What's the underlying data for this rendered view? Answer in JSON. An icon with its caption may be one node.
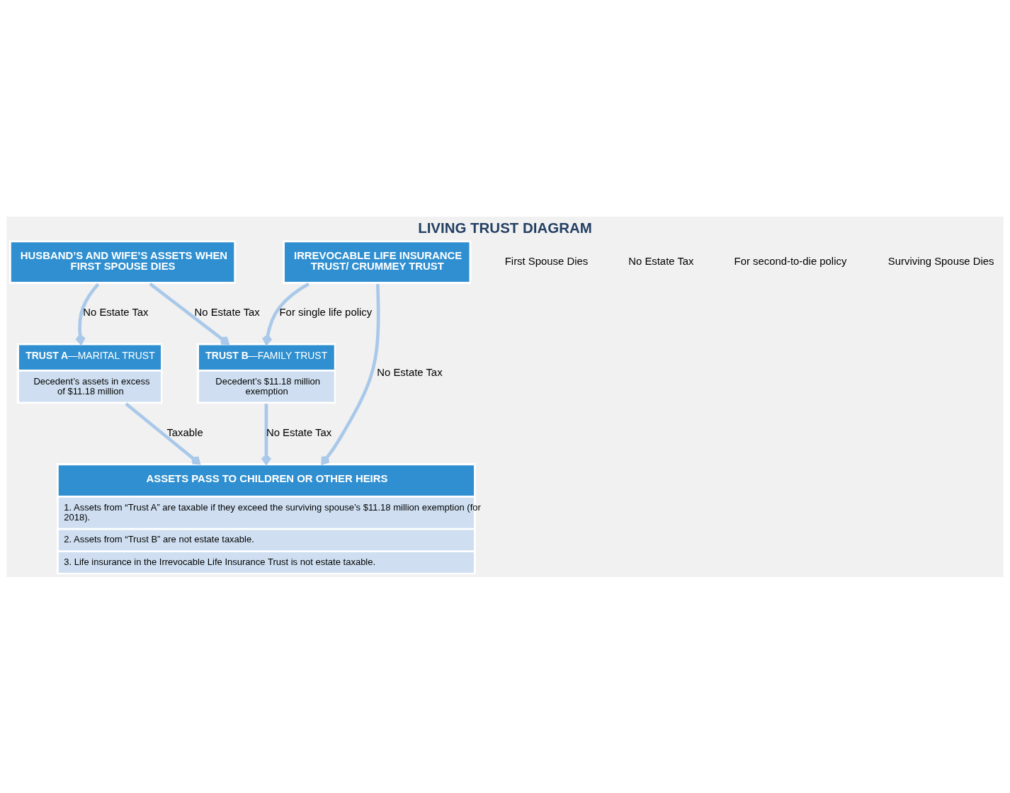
{
  "diagram": {
    "title": "LIVING TRUST DIAGRAM",
    "nodes": [
      {
        "text": [
          "HUSBAND’S AND WIFE’S ASSETS WHEN FIRST SPOUSE DIES"
        ]
      },
      {
        "text": [
          "IRREVOCABLE LIFE INSURANCE TRUST/ CRUMMEY TRUST"
        ]
      },
      {
        "text": [
          "**TRUST A**—MARITAL TRUST",
          "Decedent’s assets in excess of $11.18 million"
        ]
      },
      {
        "text": [
          "**TRUST B**—FAMILY TRUST",
          "Decedent’s $11.18 million exemption"
        ]
      },
      {
        "text": [
          "ASSETS PASS TO CHILDREN OR OTHER HEIRS",
          "1. Assets from “Trust A” are taxable if they exceed the surviving spouse’s $11.18 million exemption (for 2018).",
          "2. Assets from “Trust B” are not estate taxable.",
          "3. Life insurance in the Irrevocable Life Insurance Trust is not estate taxable."
        ]
      }
    ],
    "edges": [
      {
        "from": 0,
        "to": 2,
        "arrow": "to",
        "label": "No Estate Tax"
      },
      {
        "from": 0,
        "to": 3,
        "arrow": "to",
        "label": "No Estate Tax"
      },
      {
        "from": 1,
        "to": 3,
        "arrow": "to",
        "label": "For single life policy"
      },
      {
        "from": 1,
        "to": 4,
        "arrow": "to",
        "label": "No Estate Tax"
      },
      {
        "from": 2,
        "to": 4,
        "arrow": "to",
        "label": "Taxable"
      },
      {
        "from": 3,
        "to": 4,
        "arrow": "to",
        "label": "No Estate Tax"
      }
    ],
    "labels": [
      "First Spouse Dies",
      "No Estate Tax",
      "For second-to-die policy",
      "Surviving Spouse Dies"
    ]
  }
}
